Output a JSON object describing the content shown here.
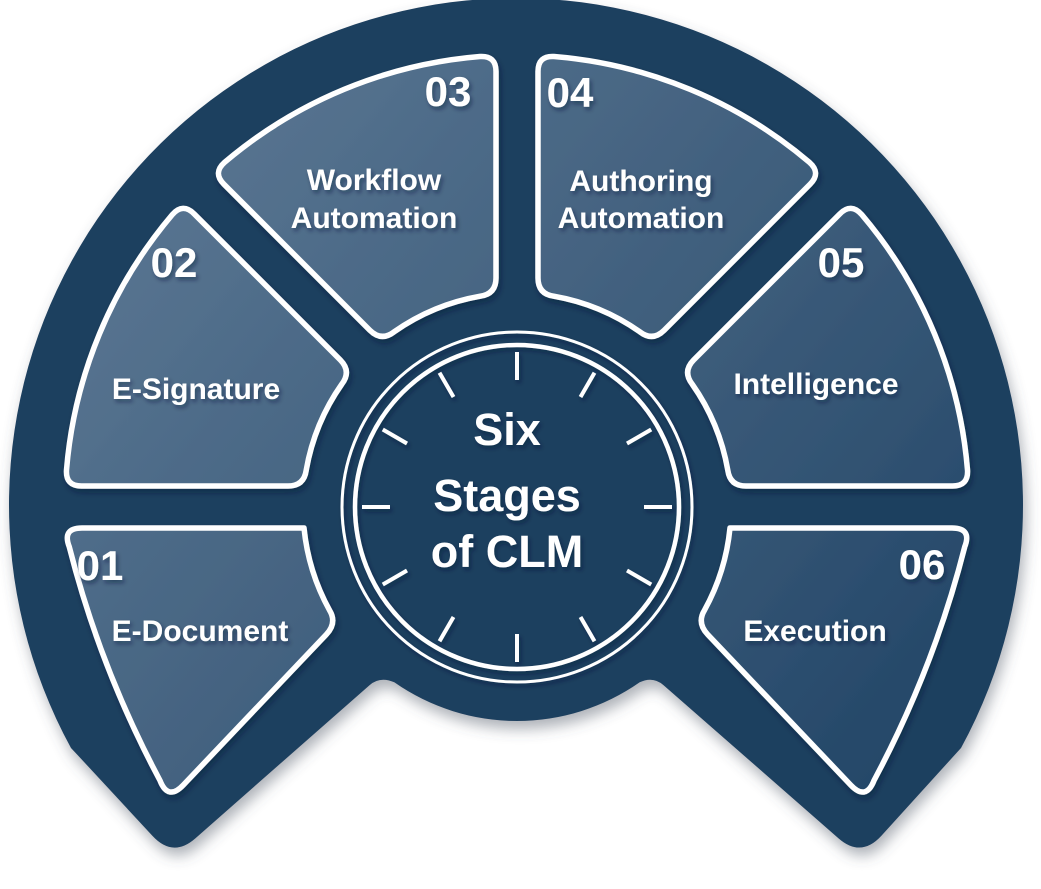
{
  "center": {
    "line1": "Six",
    "line2": "Stages",
    "line3": "of CLM"
  },
  "stages": [
    {
      "num": "01",
      "label": "E-Document",
      "label2": ""
    },
    {
      "num": "02",
      "label": "E-Signature",
      "label2": ""
    },
    {
      "num": "03",
      "label": "Workflow",
      "label2": "Automation"
    },
    {
      "num": "04",
      "label": "Authoring",
      "label2": "Automation"
    },
    {
      "num": "05",
      "label": "Intelligence",
      "label2": ""
    },
    {
      "num": "06",
      "label": "Execution",
      "label2": ""
    }
  ],
  "colors": {
    "navy": "#1f3f5f",
    "wedge_light": "#5f7b97",
    "wedge_mid": "#41607e",
    "wedge_dark": "#1e4264",
    "stroke": "#ffffff",
    "text": "#ffffff",
    "background": "#ffffff"
  }
}
